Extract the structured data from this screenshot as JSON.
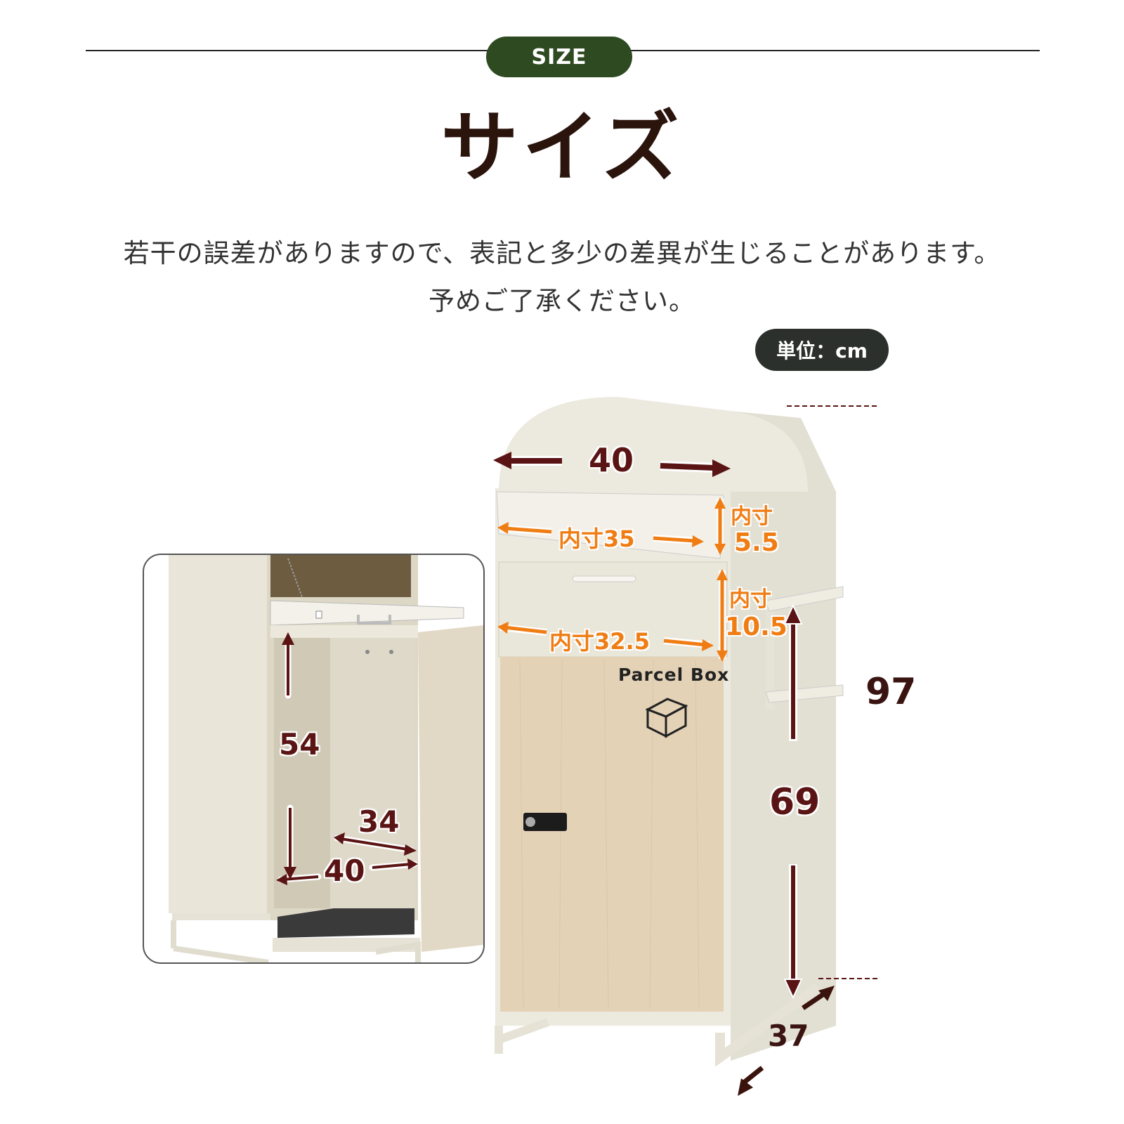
{
  "header": {
    "section_label": "SIZE",
    "title": "サイズ",
    "note_line1": "若干の誤差がありますので、表記と多少の差異が生じることがあります。",
    "note_line2": "予めご了承ください。",
    "unit_label": "単位：cm"
  },
  "product": {
    "panel_text": "Parcel Box",
    "icons": [
      "box-icon",
      "keypad-lock-icon",
      "key-icon"
    ]
  },
  "dimensions": {
    "outer_width": "40",
    "total_height": "97",
    "depth": "37",
    "lower_height": "69",
    "slot_inner_width": "内寸35",
    "slot_inner_height_label": "内寸",
    "slot_inner_height_value": "5.5",
    "drawer_inner_width": "内寸32.5",
    "drawer_inner_height_label": "内寸",
    "drawer_inner_height_value": "10.5"
  },
  "inset": {
    "inner_height": "54",
    "inner_depth": "34",
    "inner_width": "40"
  },
  "colors": {
    "pill_green": "#2e4a20",
    "pill_dark": "#2b302c",
    "title_brown": "#2a140c",
    "dim_maroon": "#5a1414",
    "dim_orange": "#f07d14",
    "body_cream": "#ece9de",
    "door_wood": "#e3cfb3"
  }
}
